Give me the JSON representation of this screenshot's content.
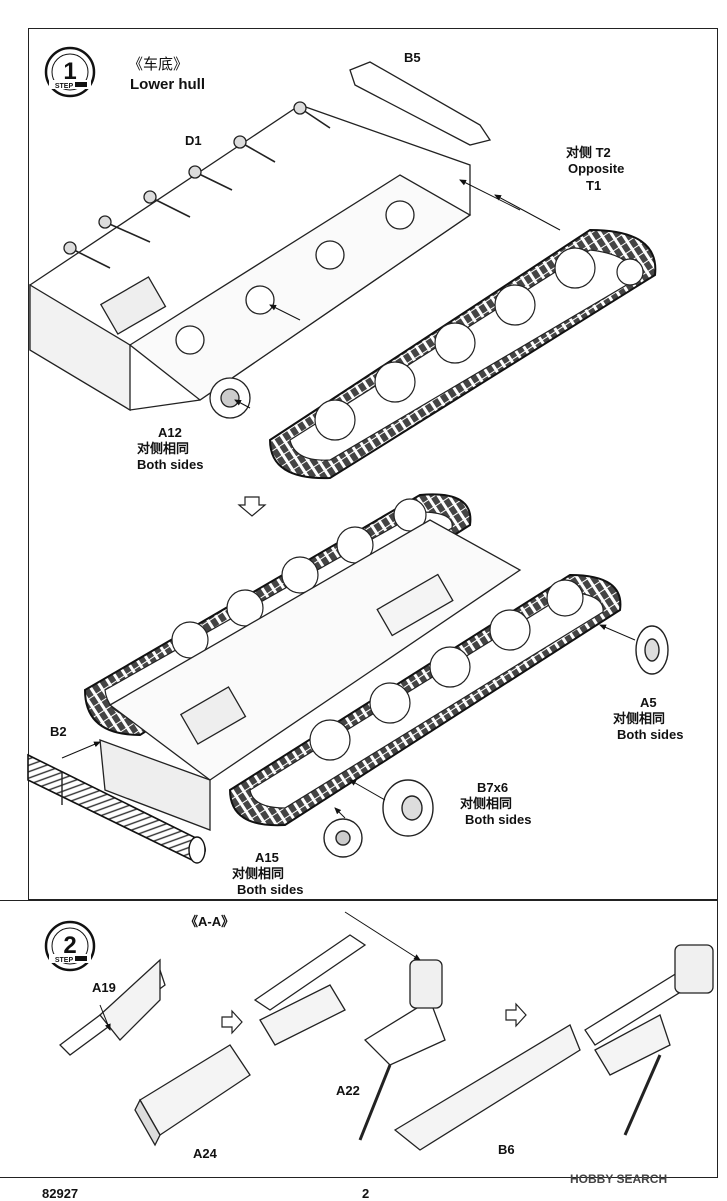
{
  "step1": {
    "number": "1",
    "step_word": "STEP",
    "title_cn": "《车底》",
    "title_en": "Lower hull",
    "parts": {
      "b5": "B5",
      "d1": "D1",
      "opposite_cn": "对侧 T2",
      "opposite_en": "Opposite",
      "t1": "T1",
      "a12": "A12",
      "a12_cn": "对侧相同",
      "a12_en": "Both sides",
      "a5": "A5",
      "a5_cn": "对侧相同",
      "a5_en": "Both sides",
      "b2": "B2",
      "b7": "B7x6",
      "b7_cn": "对侧相同",
      "b7_en": "Both sides",
      "a15": "A15",
      "a15_cn": "对侧相同",
      "a15_en": "Both sides"
    }
  },
  "step2": {
    "number": "2",
    "step_word": "STEP",
    "section": "《A-A》",
    "parts": {
      "a19": "A19",
      "a24": "A24",
      "a22": "A22",
      "b6": "B6"
    }
  },
  "footer": {
    "code": "82927",
    "page": "2"
  },
  "watermark": "HOBBY SEARCH"
}
